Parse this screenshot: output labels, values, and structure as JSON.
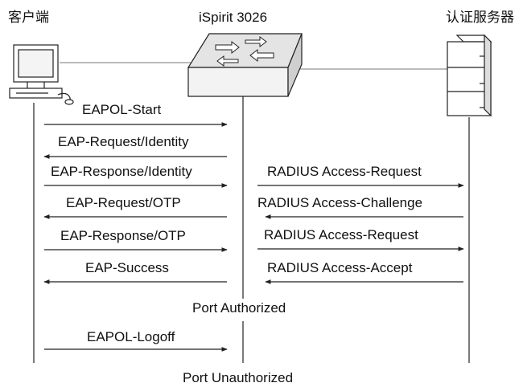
{
  "nodes": {
    "client": "客户端",
    "switch": "iSpirit 3026",
    "server": "认证服务器"
  },
  "messages": {
    "left": [
      {
        "label": "EAPOL-Start",
        "dir": "right"
      },
      {
        "label": "EAP-Request/Identity",
        "dir": "left"
      },
      {
        "label": "EAP-Response/Identity",
        "dir": "right"
      },
      {
        "label": "EAP-Request/OTP",
        "dir": "left"
      },
      {
        "label": "EAP-Response/OTP",
        "dir": "right"
      },
      {
        "label": "EAP-Success",
        "dir": "left"
      },
      {
        "label": "EAPOL-Logoff",
        "dir": "right"
      }
    ],
    "right": [
      {
        "label": "RADIUS Access-Request",
        "dir": "right"
      },
      {
        "label": "RADIUS Access-Challenge",
        "dir": "left"
      },
      {
        "label": "RADIUS Access-Request",
        "dir": "right"
      },
      {
        "label": "RADIUS Access-Accept",
        "dir": "left"
      }
    ]
  },
  "states": {
    "authorized": "Port Authorized",
    "unauthorized": "Port Unauthorized"
  }
}
